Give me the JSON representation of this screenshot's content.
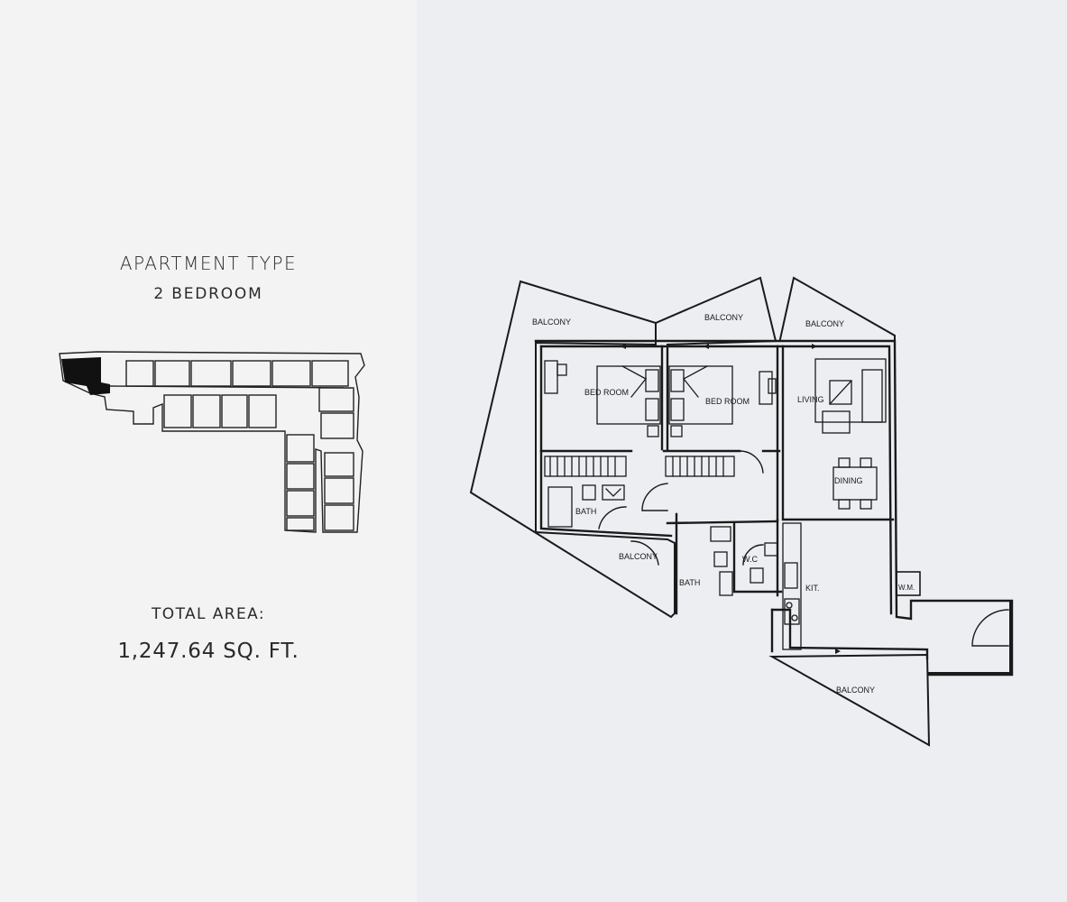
{
  "title": "APARTMENT TYPE",
  "subtitle": "2 BEDROOM",
  "total_area_label": "TOTAL AREA:",
  "total_area_value": "1,247.64 SQ. FT.",
  "rooms": {
    "balcony_1": "BALCONY",
    "balcony_2": "BALCONY",
    "balcony_3": "BALCONY",
    "balcony_4": "BALCONY",
    "balcony_5": "BALCONY",
    "bedroom_1": "BED ROOM",
    "bedroom_2": "BED ROOM",
    "living": "LIVING",
    "dining": "DINING",
    "bath_1": "BATH",
    "bath_2": "BATH",
    "wc": "W.C",
    "kitchen": "KIT.",
    "washing_machine": "W.M."
  },
  "colors": {
    "ink": "#1a1a1a",
    "highlight_unit": "#111111",
    "background": "#eceef2"
  }
}
